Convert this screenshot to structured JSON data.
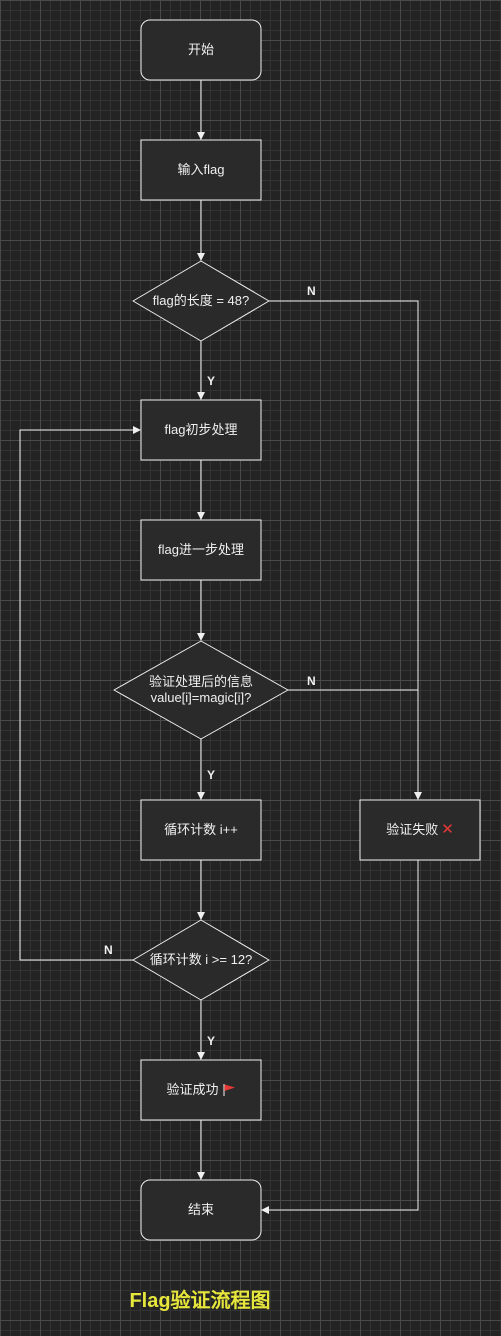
{
  "title": "Flag验证流程图",
  "nodes": {
    "start": "开始",
    "input": "输入flag",
    "check_length": "flag的长度 = 48?",
    "initial_process": "flag初步处理",
    "further_process": "flag进一步处理",
    "verify_line1": "验证处理后的信息",
    "verify_line2": "value[i]=magic[i]?",
    "increment": "循环计数 i++",
    "check_loop": "循环计数 i >= 12?",
    "success": "验证成功",
    "fail": "验证失败",
    "end": "结束"
  },
  "edge_labels": {
    "length_no": "N",
    "length_yes": "Y",
    "verify_no": "N",
    "verify_yes": "Y",
    "loop_no": "N",
    "loop_yes": "Y"
  },
  "icons": {
    "fail": "cross-mark-icon",
    "success": "red-flag-icon"
  },
  "colors": {
    "background": "#232323",
    "node_fill": "#2a2a2a",
    "stroke": "#f0f0f0",
    "title": "#e6e63c",
    "icon_red": "#e53935"
  }
}
